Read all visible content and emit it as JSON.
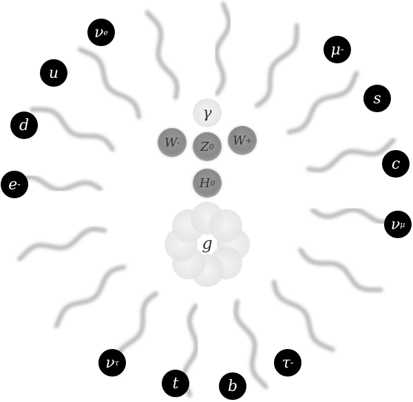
{
  "title": "Standard Model particles",
  "fermions": [
    {
      "id": "nu-e",
      "base": "ν",
      "sub": "e",
      "sup": ""
    },
    {
      "id": "up",
      "base": "u",
      "sub": "",
      "sup": ""
    },
    {
      "id": "down",
      "base": "d",
      "sub": "",
      "sup": ""
    },
    {
      "id": "electron",
      "base": "e",
      "sub": "",
      "sup": "-"
    },
    {
      "id": "muon",
      "base": "μ",
      "sub": "",
      "sup": "-"
    },
    {
      "id": "strange",
      "base": "s",
      "sub": "",
      "sup": ""
    },
    {
      "id": "charm",
      "base": "c",
      "sub": "",
      "sup": ""
    },
    {
      "id": "nu-mu",
      "base": "ν",
      "sub": "μ",
      "sup": ""
    },
    {
      "id": "tau",
      "base": "τ",
      "sub": "",
      "sup": "-"
    },
    {
      "id": "bottom",
      "base": "b",
      "sub": "",
      "sup": ""
    },
    {
      "id": "top",
      "base": "t",
      "sub": "",
      "sup": ""
    },
    {
      "id": "nu-tau",
      "base": "ν",
      "sub": "τ",
      "sup": ""
    }
  ],
  "bosons": {
    "photon": {
      "base": "γ",
      "sup": ""
    },
    "w_minus": {
      "base": "W",
      "sup": "-"
    },
    "z": {
      "base": "Z",
      "sup": "0"
    },
    "w_plus": {
      "base": "W",
      "sup": "+"
    },
    "higgs": {
      "base": "H",
      "sup": "0"
    },
    "gluon": {
      "base": "g"
    }
  },
  "colors": {
    "fermion": "#000000",
    "boson": "#8a8a8a",
    "wave": "#bdbdbd"
  }
}
